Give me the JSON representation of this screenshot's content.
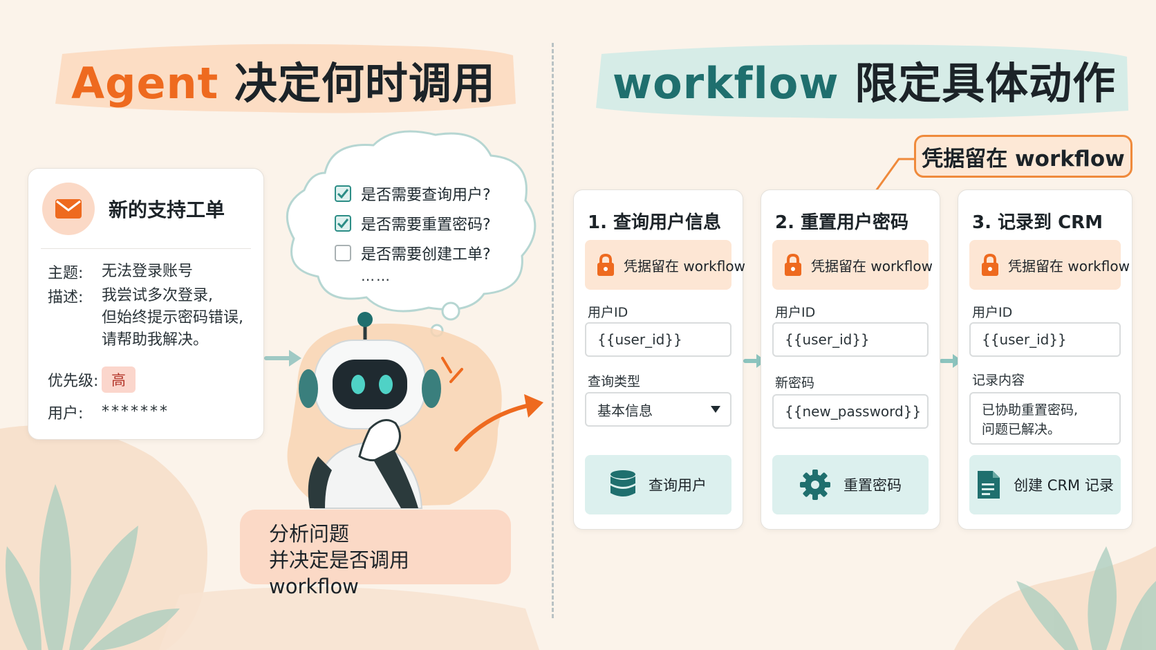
{
  "title_left": {
    "highlight": "Agent",
    "rest": " 决定何时调用"
  },
  "title_right": {
    "highlight": "workflow",
    "rest": " 限定具体动作"
  },
  "ticket": {
    "title": "新的支持工单",
    "subject_label": "主题:",
    "subject_value": "无法登录账号",
    "desc_label": "描述:",
    "desc_lines": [
      "我尝试多次登录,",
      "但始终提示密码错误,",
      "请帮助我解决。"
    ],
    "priority_label": "优先级:",
    "priority_value": "高",
    "user_label": "用户:",
    "user_value": "*******"
  },
  "thought": {
    "items": [
      {
        "label": "是否需要查询用户?",
        "checked": true
      },
      {
        "label": "是否需要重置密码?",
        "checked": true
      },
      {
        "label": "是否需要创建工单?",
        "checked": false
      }
    ],
    "ellipsis": "……"
  },
  "analyze_box": {
    "line1": "分析问题",
    "line2": "并决定是否调用 workflow"
  },
  "credentials_tag": "凭据留在 workflow",
  "steps": [
    {
      "title": "1. 查询用户信息",
      "lock_label": "凭据留在 workflow",
      "field1_label": "用户ID",
      "field1_value": "{{user_id}}",
      "field2_label": "查询类型",
      "field2_value": "基本信息",
      "action_label": "查询用户",
      "action_icon": "database-icon"
    },
    {
      "title": "2. 重置用户密码",
      "lock_label": "凭据留在 workflow",
      "field1_label": "用户ID",
      "field1_value": "{{user_id}}",
      "field2_label": "新密码",
      "field2_value": "{{new_password}}",
      "action_label": "重置密码",
      "action_icon": "gear-icon"
    },
    {
      "title": "3. 记录到 CRM",
      "lock_label": "凭据留在 workflow",
      "field1_label": "用户ID",
      "field1_value": "{{user_id}}",
      "field2_label": "记录内容",
      "field2_lines": [
        "已协助重置密码,",
        "问题已解决。"
      ],
      "action_label": "创建 CRM 记录",
      "action_icon": "document-icon"
    }
  ],
  "colors": {
    "orange": "#ee6a1f",
    "teal": "#1f6f6e",
    "peach": "#fbd9c6",
    "mint": "#dcf0ee",
    "background": "#fbf3ea"
  }
}
